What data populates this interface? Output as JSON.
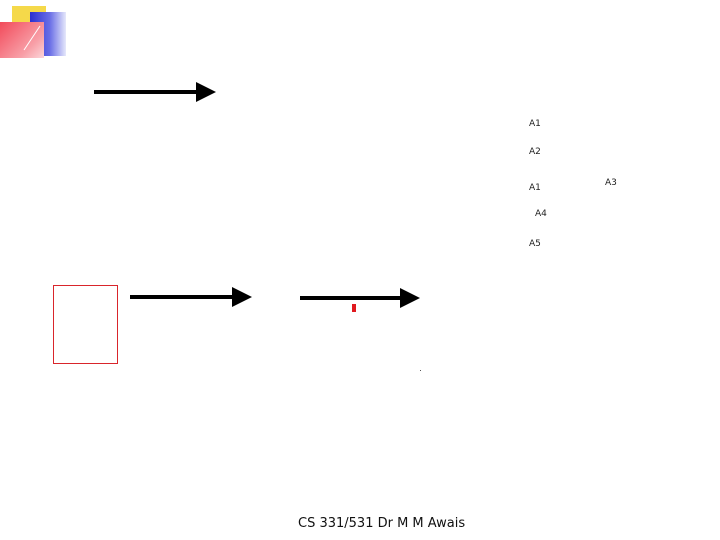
{
  "labels": {
    "a1_top": "A1",
    "a2": "A2",
    "a1_mid": "A1",
    "a3": "A3",
    "a4": "A4",
    "a5": "A5"
  },
  "footer": {
    "text": "CS 331/531 Dr M M Awais"
  },
  "colors": {
    "arrow": "#000000",
    "box_border": "#d9252b",
    "mark": "#e0191f"
  }
}
